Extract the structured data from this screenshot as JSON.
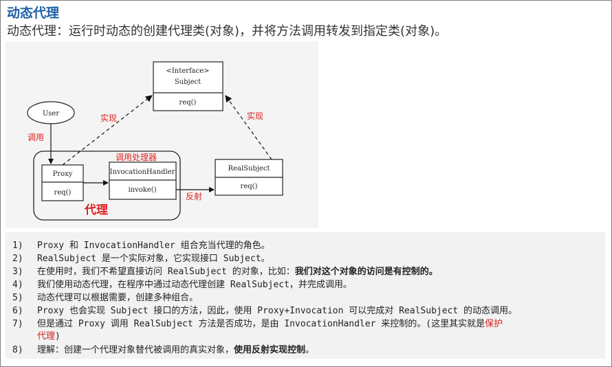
{
  "header": {
    "title": "动态代理",
    "subtitle": "动态代理：运行时动态的创建代理类(对象)，并将方法调用转发到指定类(对象)。"
  },
  "diagram": {
    "user": "User",
    "interface_stereotype": "<Interface>",
    "interface_name": "Subject",
    "interface_method": "req()",
    "proxy_name": "Proxy",
    "proxy_method": "req()",
    "handler_name": "InvocationHandler",
    "handler_method": "invoke()",
    "real_name": "RealSubject",
    "real_method": "req()",
    "label_call": "调用",
    "label_impl_left": "实现",
    "label_impl_right": "实现",
    "label_handler": "调用处理器",
    "label_reflect": "反射",
    "label_proxy_group": "代理"
  },
  "notes": [
    {
      "num": "1)",
      "text": "Proxy 和 InvocationHandler 组合充当代理的角色。"
    },
    {
      "num": "2)",
      "text": "RealSubject 是一个实际对象，它实现接口 Subject。"
    },
    {
      "num": "3)",
      "text": "在使用时，我们不希望直接访问 RealSubject 的对象，比如：",
      "bold": "我们对这个对象的访问是有控制的。"
    },
    {
      "num": "4)",
      "text": "我们使用动态代理，在程序中通过动态代理创建 RealSubject，并完成调用。"
    },
    {
      "num": "5)",
      "text": "动态代理可以根据需要，创建多种组合。"
    },
    {
      "num": "6)",
      "text": "Proxy 也会实现 Subject 接口的方法，因此，使用 Proxy+Invocation 可以完成对 RealSubject 的动态调用。"
    },
    {
      "num": "7)",
      "text": "但是通过 Proxy 调用 RealSubject 方法是否成功，是由 InvocationHandler 来控制的。(这里其实就是",
      "red": "保护",
      "cont_red": "代理",
      "cont": ")"
    },
    {
      "num": "8)",
      "text": "理解：创建一个代理对象替代被调用的真实对象，",
      "bold": "使用反射实现控制",
      "tail": "。"
    }
  ]
}
